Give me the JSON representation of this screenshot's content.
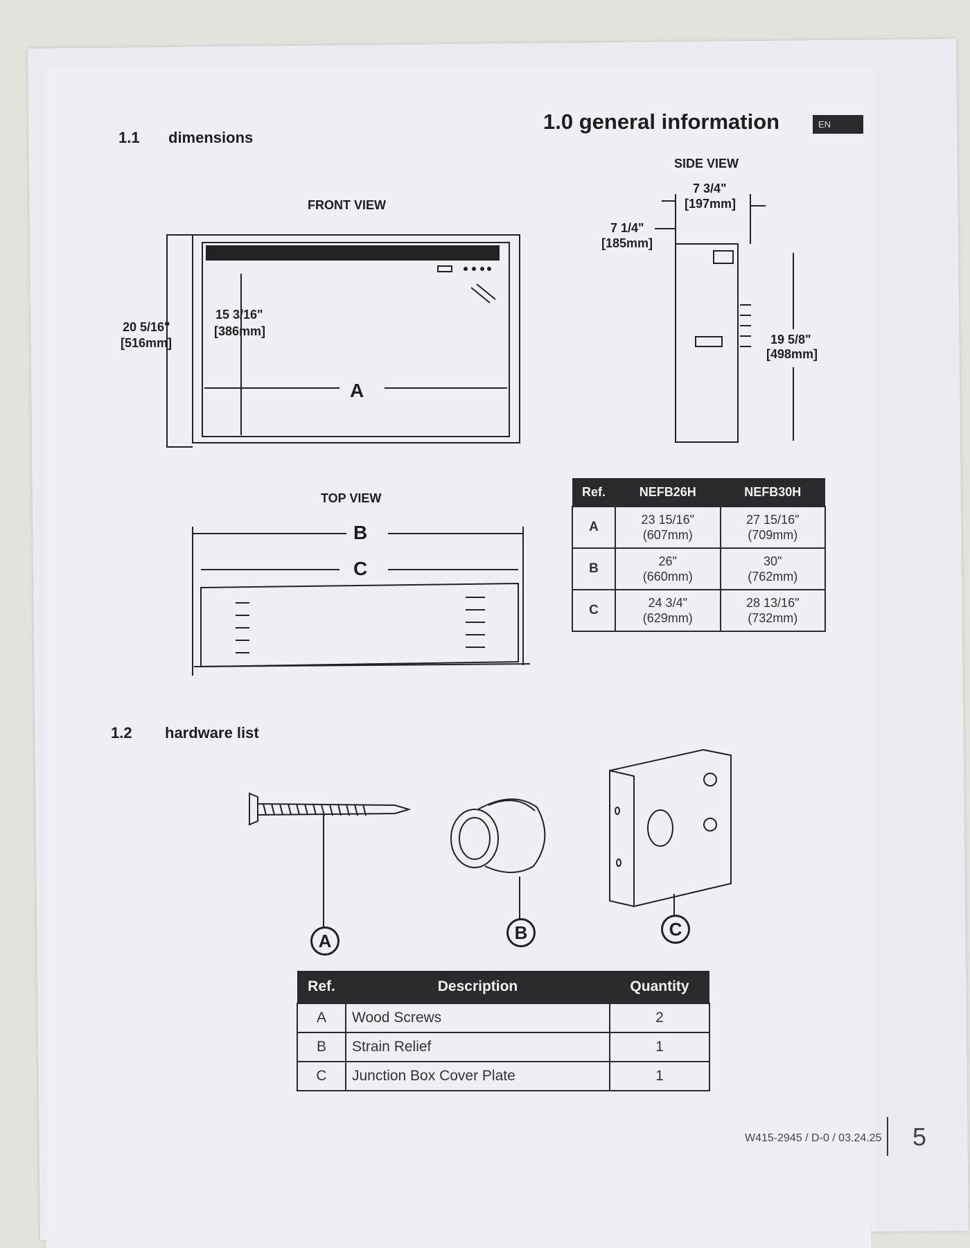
{
  "header": {
    "title": "1.0 general information",
    "lang_badge": "EN"
  },
  "dimensions": {
    "number": "1.1",
    "title": "dimensions",
    "front_view": {
      "label": "FRONT VIEW",
      "height_in": "20 5/16\"",
      "height_mm": "[516mm]",
      "inner_in": "15 3/16\"",
      "inner_mm": "[386mm]",
      "width_ref": "A"
    },
    "side_view": {
      "label": "SIDE VIEW",
      "depth_in": "7 3/4\"",
      "depth_mm": "[197mm]",
      "base_in": "7 1/4\"",
      "base_mm": "[185mm]",
      "height_in": "19 5/8\"",
      "height_mm": "[498mm]"
    },
    "top_view": {
      "label": "TOP VIEW",
      "ref_b": "B",
      "ref_c": "C"
    },
    "table": {
      "headers": [
        "Ref.",
        "NEFB26H",
        "NEFB30H"
      ],
      "rows": [
        {
          "ref": "A",
          "m1": "23 15/16\"",
          "m1mm": "(607mm)",
          "m2": "27 15/16\"",
          "m2mm": "(709mm)"
        },
        {
          "ref": "B",
          "m1": "26\"",
          "m1mm": "(660mm)",
          "m2": "30\"",
          "m2mm": "(762mm)"
        },
        {
          "ref": "C",
          "m1": "24 3/4\"",
          "m1mm": "(629mm)",
          "m2": "28 13/16\"",
          "m2mm": "(732mm)"
        }
      ]
    }
  },
  "hardware": {
    "number": "1.2",
    "title": "hardware list",
    "callouts": [
      "A",
      "B",
      "C"
    ],
    "table": {
      "headers": [
        "Ref.",
        "Description",
        "Quantity"
      ],
      "rows": [
        {
          "ref": "A",
          "desc": "Wood Screws",
          "qty": "2"
        },
        {
          "ref": "B",
          "desc": "Strain Relief",
          "qty": "1"
        },
        {
          "ref": "C",
          "desc": "Junction Box Cover Plate",
          "qty": "1"
        }
      ]
    }
  },
  "footer": {
    "doc_code": "W415-2945 / D-0 / 03.24.25",
    "page": "5"
  }
}
